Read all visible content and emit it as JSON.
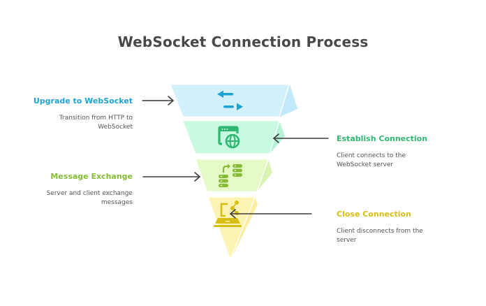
{
  "title": "WebSocket Connection Process",
  "stages": [
    {
      "label": "Upgrade to WebSocket",
      "description_lines": [
        "Transition from HTTP to",
        "WebSocket"
      ],
      "color": "#1ba3d6",
      "fill": "#d2f1fd",
      "side_fill": "#c2e9f9",
      "icon": "arrows-exchange-icon",
      "side": "left"
    },
    {
      "label": "Establish Connection",
      "description_lines": [
        "Client connects to the",
        "WebSocket server"
      ],
      "color": "#2fb771",
      "fill": "#c7fae0",
      "side_fill": "#b5f1d4",
      "icon": "browser-globe-icon",
      "side": "right"
    },
    {
      "label": "Message Exchange",
      "description_lines": [
        "Server and client exchange",
        "messages"
      ],
      "color": "#86bb36",
      "fill": "#e5fac4",
      "side_fill": "#d8f3b2",
      "icon": "database-sync-icon",
      "side": "left"
    },
    {
      "label": "Close Connection",
      "description_lines": [
        "Client disconnects from the",
        "server"
      ],
      "color": "#d6be12",
      "fill": "#fdf3b3",
      "side_fill": "#fbeea0",
      "icon": "laptop-share-icon",
      "side": "right"
    }
  ],
  "arrow_color": "#3c3c3c"
}
